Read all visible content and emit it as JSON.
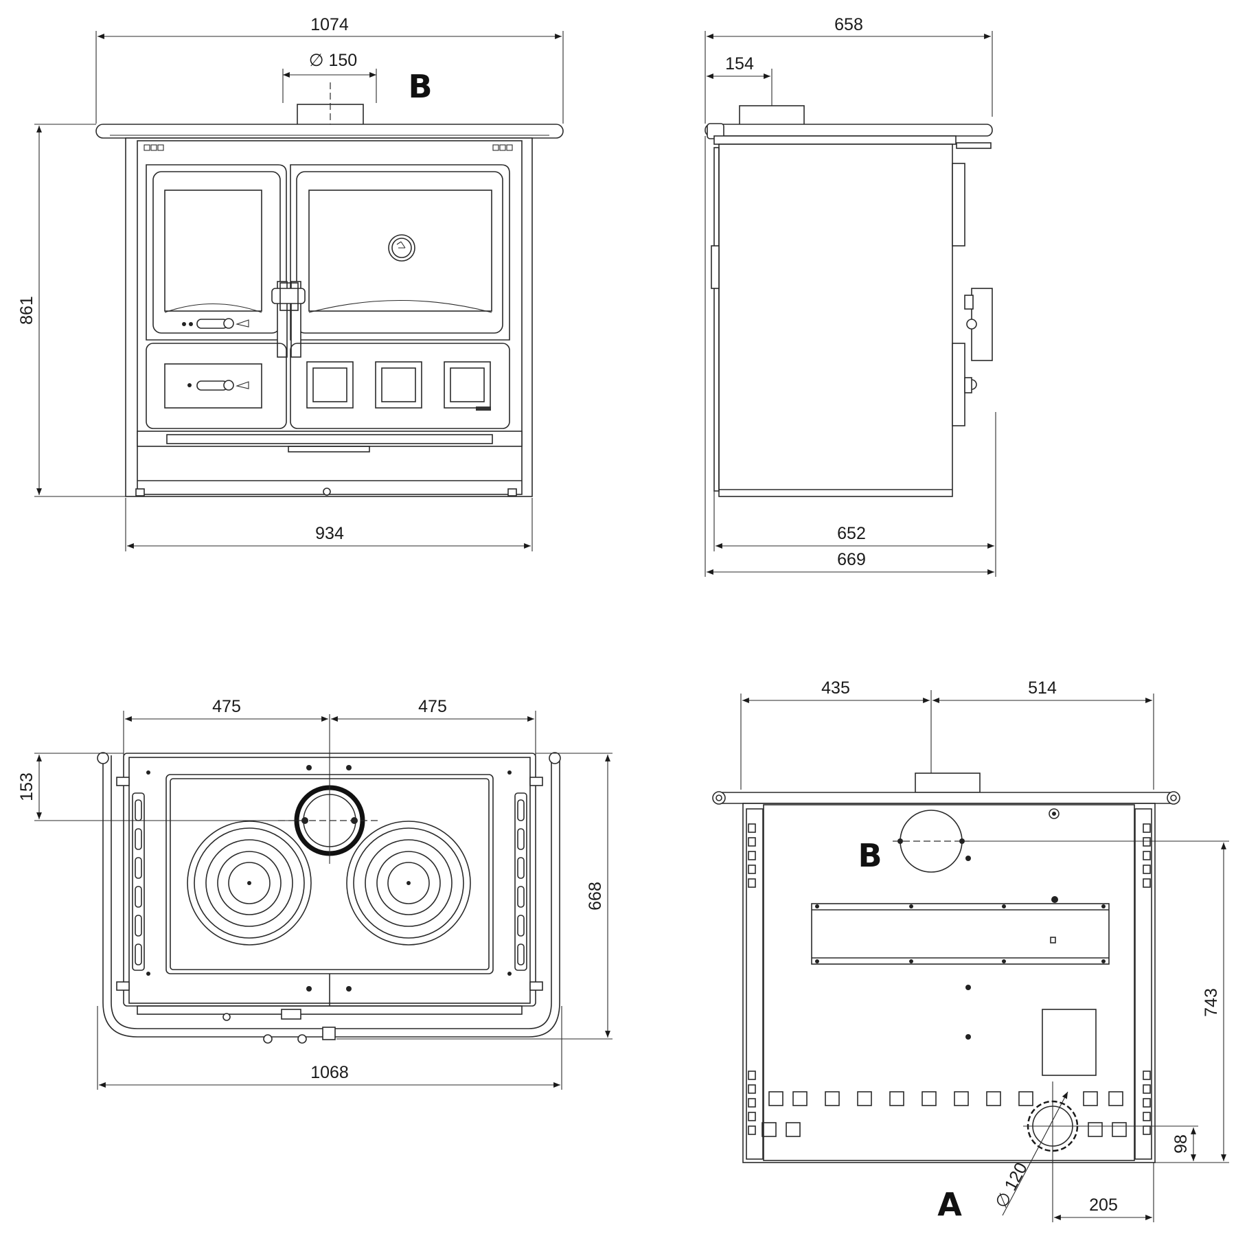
{
  "views": {
    "front": {
      "width_top": "1074",
      "flue_diameter": "∅ 150",
      "flue_label": "B",
      "height": "861",
      "width_base": "934"
    },
    "side": {
      "depth_top": "658",
      "flue_offset": "154",
      "depth_body": "652",
      "depth_overall": "669"
    },
    "top": {
      "left_half": "475",
      "right_half": "475",
      "flue_from_front": "153",
      "depth": "668",
      "width": "1068"
    },
    "rear": {
      "left_to_flue": "435",
      "flue_to_right": "514",
      "flue_b_label": "B",
      "flue_b_height": "743",
      "outlet_a_height": "98",
      "outlet_a_offset": "205",
      "outlet_a_diameter": "∅ 120",
      "outlet_a_label": "A"
    }
  }
}
